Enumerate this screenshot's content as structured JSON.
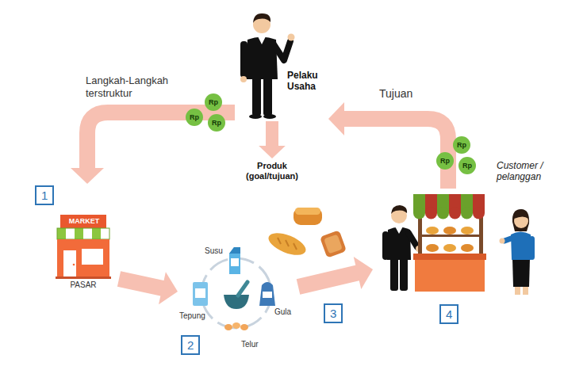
{
  "diagram": {
    "nodes": [
      {
        "text": [
          "Pelaku Usaha"
        ]
      },
      {
        "text": [
          "Produk (goal/tujuan)"
        ]
      },
      {
        "text": [
          "1",
          "MARKET",
          "PASAR"
        ]
      },
      {
        "text": [
          "2",
          "Susu",
          "Tepung",
          "Gula",
          "Telur"
        ]
      },
      {
        "text": [
          "4"
        ]
      },
      {
        "text": [
          "Customer / pelanggan"
        ]
      }
    ],
    "edges": [
      {
        "from": 0,
        "to": 2,
        "arrow": "to",
        "label": "Langkah-Langkah terstruktur"
      },
      {
        "from": 0,
        "to": 1,
        "arrow": "to"
      },
      {
        "from": 2,
        "to": 3,
        "arrow": "to"
      },
      {
        "from": 3,
        "to": 4,
        "arrow": "to",
        "label": "3"
      },
      {
        "from": 4,
        "to": 0,
        "arrow": "to",
        "label": "Tujuan"
      }
    ],
    "labels": [
      "Rp",
      "Rp",
      "Rp",
      "Rp",
      "Rp",
      "Rp"
    ]
  }
}
